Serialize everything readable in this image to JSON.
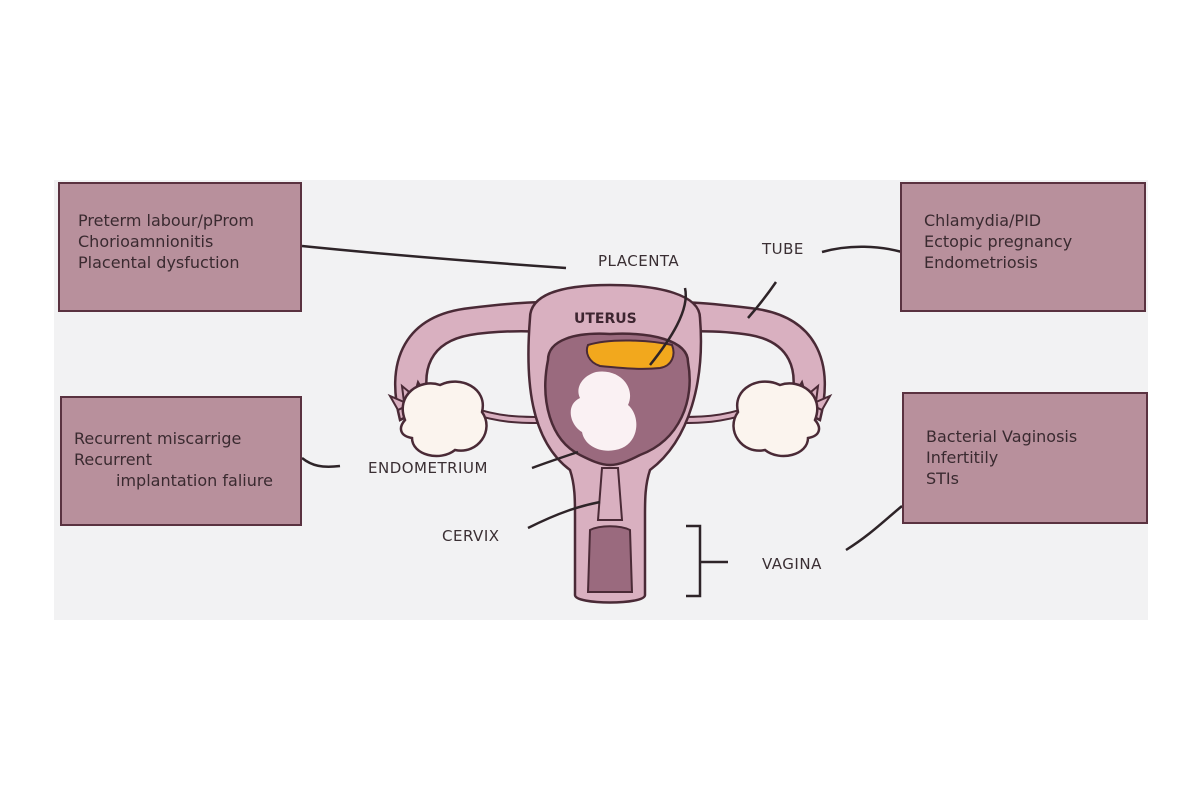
{
  "boxes": {
    "top_left": {
      "lines": [
        "Preterm labour/pProm",
        "Chorioamnionitis",
        "Placental dysfuction"
      ]
    },
    "top_right": {
      "lines": [
        "Chlamydia/PID",
        "Ectopic pregnancy",
        "Endometriosis"
      ]
    },
    "bottom_left": {
      "lines": [
        "Recurrent miscarrige",
        "Recurrent",
        "implantation faliure"
      ]
    },
    "bottom_right": {
      "lines": [
        "Bacterial Vaginosis",
        "Infertitily",
        "STIs"
      ]
    }
  },
  "labels": {
    "placenta": "PLACENTA",
    "tube": "TUBE",
    "uterus": "UTERUS",
    "endometrium": "ENDOMETRIUM",
    "cervix": "CERVIX",
    "vagina": "VAGINA"
  },
  "colors": {
    "box_fill": "#b8909c",
    "box_border": "#5a3240",
    "uterus_fill": "#d9b0c0",
    "cavity_fill": "#9a6a7e",
    "placenta_fill": "#f2a81d",
    "ovary_fill": "#fbf4ee",
    "outline": "#4a2a36"
  }
}
